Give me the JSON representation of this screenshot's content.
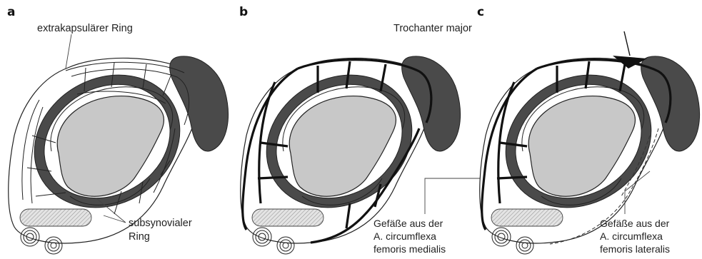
{
  "panels": [
    {
      "letter": "a"
    },
    {
      "letter": "b"
    },
    {
      "letter": "c"
    }
  ],
  "labels": {
    "extracapsular_ring": "extrakapsulärer Ring",
    "subsynovial_ring_line1": "subsynovialer",
    "subsynovial_ring_line2": "Ring",
    "trochanter": "Trochanter major",
    "medial_line1": "Gefäße aus der",
    "medial_line2": "A. circumflexa",
    "medial_line3": "femoris medialis",
    "lateral_line1": "Gefäße aus der",
    "lateral_line2": "A. circumflexa",
    "lateral_line3": "femoris lateralis"
  },
  "colors": {
    "dark_band": "#4a4a4a",
    "head_fill": "#c8c8c8",
    "vessel": "#111111"
  }
}
